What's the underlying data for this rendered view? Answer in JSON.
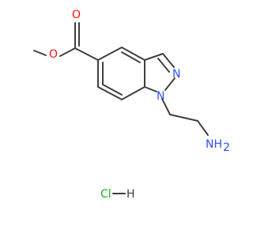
{
  "structure": {
    "atoms": {
      "carbonyl_oxygen": {
        "text": "O",
        "color": "#ff0d0d"
      },
      "ester_oxygen": {
        "text": "O",
        "color": "#ff0d0d"
      },
      "ring_nitrogen_2": {
        "text": "N",
        "color": "#3050f8"
      },
      "ring_nitrogen_1": {
        "text": "N",
        "color": "#3050f8"
      },
      "amine": {
        "text": "NH",
        "subscript": "2",
        "color": "#3050f8"
      }
    },
    "salt": {
      "chloride": {
        "text": "Cl",
        "color": "#1fb01f"
      },
      "hydrogen": {
        "text": "H",
        "color": "#3f3f3f"
      }
    },
    "bond_color": "#3f3f3f"
  }
}
